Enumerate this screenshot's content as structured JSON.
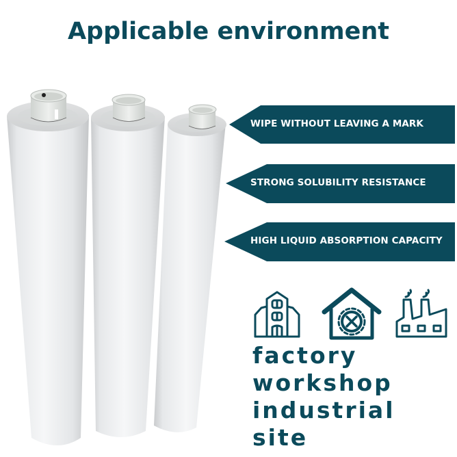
{
  "title": "Applicable environment",
  "theme": {
    "primary": "#0b4a5b",
    "banner_text": "#ffffff",
    "background": "#ffffff"
  },
  "product_image": {
    "subject": "three white wiper paper rolls",
    "count": 3
  },
  "features": [
    {
      "label": "WIPE WITHOUT LEAVING A MARK"
    },
    {
      "label": "STRONG SOLUBILITY RESISTANCE"
    },
    {
      "label": "HIGH LIQUID ABSORPTION CAPACITY"
    }
  ],
  "icons": [
    {
      "name": "building-icon"
    },
    {
      "name": "house-gear-tools-icon"
    },
    {
      "name": "factory-icon"
    }
  ],
  "environments": [
    "factory",
    "workshop",
    "industrial site"
  ]
}
